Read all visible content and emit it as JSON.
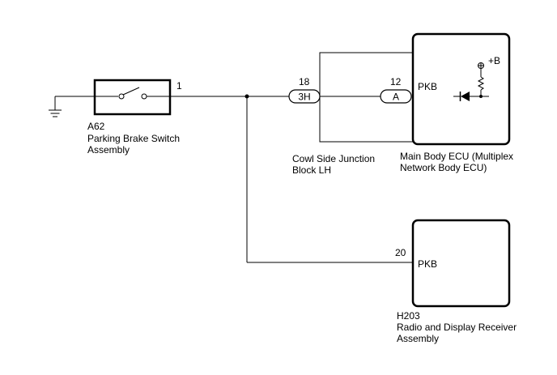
{
  "ground": {
    "icon": "ground-icon"
  },
  "switch": {
    "code": "A62",
    "name_line1": "Parking Brake Switch",
    "name_line2": "Assembly",
    "pin": "1",
    "icon": "switch-icon"
  },
  "junction_block": {
    "name_line1": "Cowl Side Junction",
    "name_line2": "Block LH",
    "pin": "18",
    "connector": "3H"
  },
  "main_ecu": {
    "name_line1": "Main Body ECU (Multiplex",
    "name_line2": "Network Body ECU)",
    "pin": "12",
    "connector": "A",
    "terminal": "PKB",
    "supply": "+B",
    "icons": [
      "resistor-icon",
      "diode-icon"
    ]
  },
  "receiver": {
    "code": "H203",
    "name_line1": "Radio and Display Receiver",
    "name_line2": "Assembly",
    "pin": "20",
    "terminal": "PKB"
  }
}
